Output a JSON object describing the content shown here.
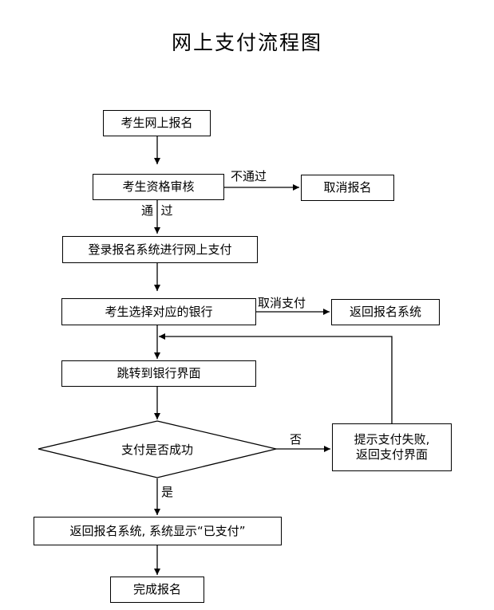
{
  "title": "网上支付流程图",
  "nodes": {
    "register": "考生网上报名",
    "review": "考生资格审核",
    "cancel": "取消报名",
    "login_pay": "登录报名系统进行网上支付",
    "choose_bank": "考生选择对应的银行",
    "return_system": "返回报名系统",
    "bank_page": "跳转到银行界面",
    "decision": "支付是否成功",
    "fail_line1": "提示支付失败,",
    "fail_line2": "返回支付界面",
    "return_paid": "返回报名系统, 系统显示“已支付”",
    "complete": "完成报名"
  },
  "edges": {
    "not_passed": "不通过",
    "passed": "通  过",
    "cancel_pay": "取消支付",
    "no": "否",
    "yes": "是"
  }
}
